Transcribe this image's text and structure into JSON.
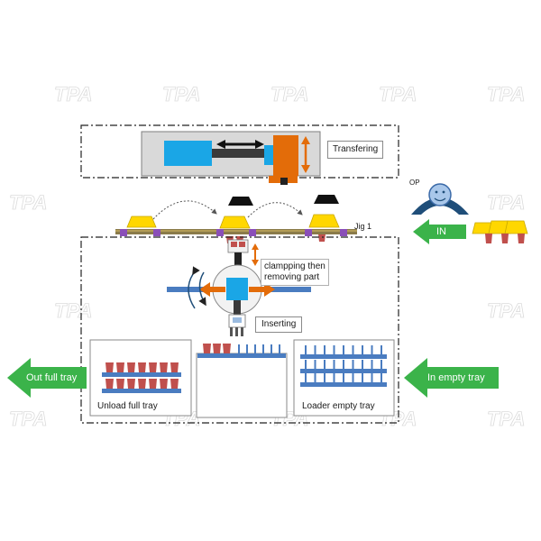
{
  "watermark": "TPA",
  "labels": {
    "transfering": "Transfering",
    "op": "OP",
    "in": "IN",
    "jig": "Jig 1",
    "clamping": "clampping then\nremoving part",
    "inserting": "Inserting",
    "out_full_tray": "Out full tray",
    "in_empty_tray": "In empty tray",
    "unload_full_tray": "Unload full tray",
    "loader_empty_tray": "Loader empty tray"
  },
  "colors": {
    "cyan": "#1aa6e6",
    "orange": "#e36c09",
    "yellow": "#ffd700",
    "purple": "#8a4fb8",
    "green": "#3bb34a",
    "red_part": "#c0504d",
    "blue_bar": "#4a7cc0",
    "head_blue": "#5b8fd4"
  }
}
